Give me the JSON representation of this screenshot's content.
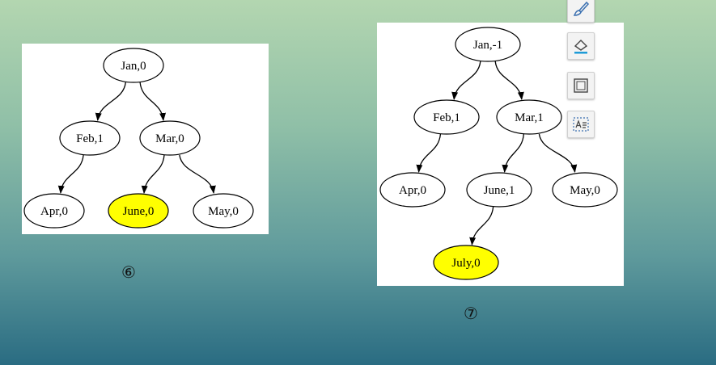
{
  "diagrams": [
    {
      "caption": "⑥",
      "nodes": [
        {
          "label": "Jan,0",
          "highlight": false
        },
        {
          "label": "Feb,1",
          "highlight": false
        },
        {
          "label": "Mar,0",
          "highlight": false
        },
        {
          "label": "Apr,0",
          "highlight": false
        },
        {
          "label": "June,0",
          "highlight": true
        },
        {
          "label": "May,0",
          "highlight": false
        }
      ],
      "edges": [
        [
          "Jan,0",
          "Feb,1"
        ],
        [
          "Jan,0",
          "Mar,0"
        ],
        [
          "Feb,1",
          "Apr,0"
        ],
        [
          "Mar,0",
          "June,0"
        ],
        [
          "Mar,0",
          "May,0"
        ]
      ]
    },
    {
      "caption": "⑦",
      "nodes": [
        {
          "label": "Jan,-1",
          "highlight": false
        },
        {
          "label": "Feb,1",
          "highlight": false
        },
        {
          "label": "Mar,1",
          "highlight": false
        },
        {
          "label": "Apr,0",
          "highlight": false
        },
        {
          "label": "June,1",
          "highlight": false
        },
        {
          "label": "May,0",
          "highlight": false
        },
        {
          "label": "July,0",
          "highlight": true
        }
      ],
      "edges": [
        [
          "Jan,-1",
          "Feb,1"
        ],
        [
          "Jan,-1",
          "Mar,1"
        ],
        [
          "Feb,1",
          "Apr,0"
        ],
        [
          "Mar,1",
          "June,1"
        ],
        [
          "Mar,1",
          "May,0"
        ],
        [
          "June,1",
          "July,0"
        ]
      ]
    }
  ],
  "colors": {
    "highlight_fill": "#ffff00",
    "node_fill": "#ffffff",
    "stroke": "#000000"
  },
  "toolbar": [
    {
      "icon": "paintbrush-icon"
    },
    {
      "icon": "fill-bucket-icon"
    },
    {
      "icon": "outline-icon"
    },
    {
      "icon": "alt-text-icon"
    }
  ]
}
